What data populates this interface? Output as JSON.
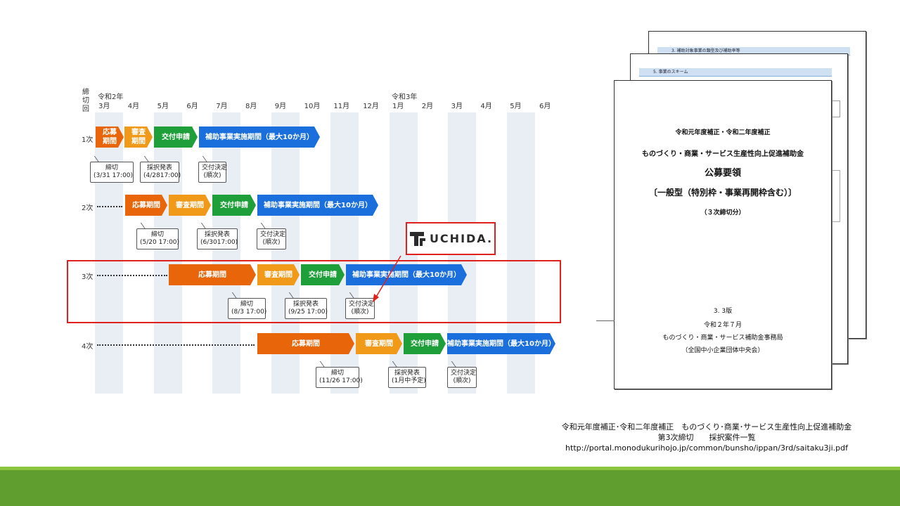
{
  "timeline": {
    "round_header": "締\n切\n回",
    "year_labels": {
      "start": "令和2年",
      "next": "令和3年"
    },
    "months": [
      "3月",
      "4月",
      "5月",
      "6月",
      "7月",
      "8月",
      "9月",
      "10月",
      "11月",
      "12月",
      "1月",
      "2月",
      "3月",
      "4月",
      "5月",
      "6月"
    ],
    "rounds": [
      {
        "label": "1次",
        "bars": [
          {
            "text": "応募\n期間",
            "color": "orange"
          },
          {
            "text": "審査\n期間",
            "color": "yellow"
          },
          {
            "text": "交付申請",
            "color": "green"
          },
          {
            "text": "補助事業実施期間（最大10か月）",
            "color": "blue"
          }
        ],
        "callouts": [
          "締切\n(3/31 17:00)",
          "採択発表\n(4/2817:00)",
          "交付決定\n(順次)"
        ]
      },
      {
        "label": "2次",
        "bars": [
          {
            "text": "応募期間",
            "color": "orange"
          },
          {
            "text": "審査期間",
            "color": "yellow"
          },
          {
            "text": "交付申請",
            "color": "green"
          },
          {
            "text": "補助事業実施期間（最大10か月）",
            "color": "blue"
          }
        ],
        "callouts": [
          "締切\n(5/20 17:00)",
          "採択発表\n(6/3017:00)",
          "交付決定\n(順次)"
        ]
      },
      {
        "label": "3次",
        "bars": [
          {
            "text": "応募期間",
            "color": "orange"
          },
          {
            "text": "審査期間",
            "color": "yellow"
          },
          {
            "text": "交付申請",
            "color": "green"
          },
          {
            "text": "補助事業実施期間（最大10か月）",
            "color": "blue"
          }
        ],
        "callouts": [
          "締切\n(8/3 17:00)",
          "採択発表\n(9/25 17:00)",
          "交付決定\n(順次)"
        ]
      },
      {
        "label": "4次",
        "bars": [
          {
            "text": "応募期間",
            "color": "orange"
          },
          {
            "text": "審査期間",
            "color": "yellow"
          },
          {
            "text": "交付申請",
            "color": "green"
          },
          {
            "text": "補助事業実施期間（最大10か月）",
            "color": "blue"
          }
        ],
        "callouts": [
          "締切\n(11/26 17:00)",
          "採択発表\n(1月中予定)",
          "交付決定\n(順次)"
        ]
      }
    ],
    "highlight_color": "#e0201c"
  },
  "logo": {
    "text": "UCHIDA."
  },
  "document": {
    "back2_header": "3. 補助対象事業の類型及び補助率等",
    "back1_header": "5. 事業のスキーム",
    "line1": "令和元年度補正・令和二年度補正",
    "line2": "ものづくり・商業・サービス生産性向上促進補助金",
    "title": "公募要領",
    "subtitle": "〔一般型（特別枠・事業再開枠含む）〕",
    "round_note": "（３次締切分）",
    "version": "3. 3版",
    "date": "令和２年７月",
    "office": "ものづくり・商業・サービス補助金事務局",
    "org": "（全国中小企業団体中央会）"
  },
  "caption": {
    "line1": "令和元年度補正･令和二年度補正　ものづくり･商業･サービス生産性向上促進補助金",
    "line2": "第3次締切　　採択案件一覧",
    "url": "http://portal.monodukurihojo.jp/common/bunsho/ippan/3rd/saitaku3ji.pdf"
  },
  "colors": {
    "orange": "#e8650a",
    "yellow": "#f19a1a",
    "green": "#1f9f3a",
    "blue": "#1a6fdc",
    "footer": "#5f9e2f",
    "footer_line": "#8cc63f"
  }
}
